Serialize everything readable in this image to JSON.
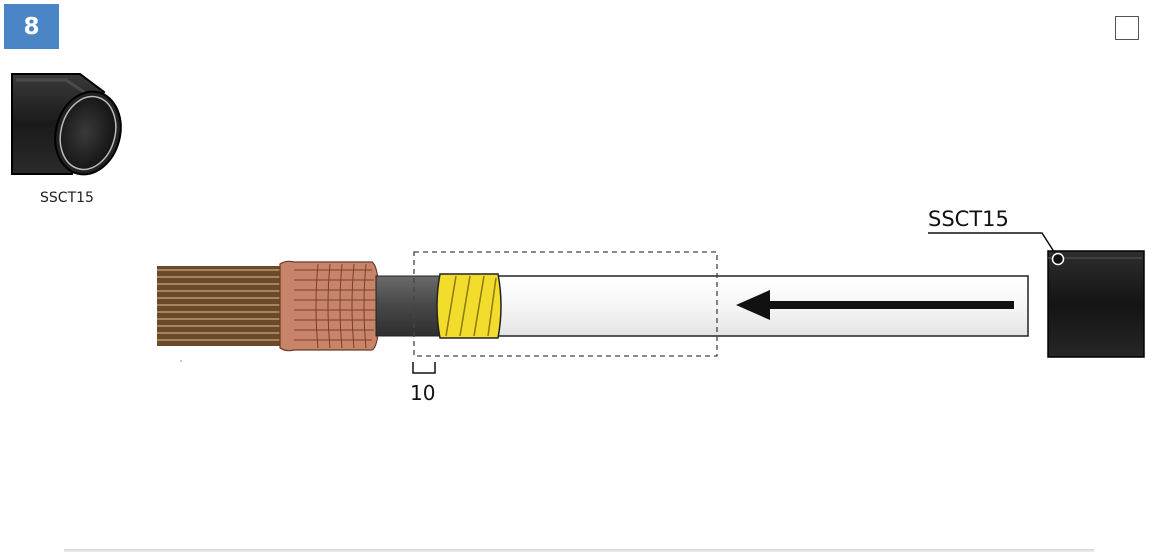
{
  "step": {
    "number": "8"
  },
  "part": {
    "code": "SSCT15",
    "icon": "heat-shrink-tube-icon"
  },
  "diagram": {
    "callout_label": "SSCT15",
    "dimension_value": "10",
    "arrow_direction": "left"
  },
  "colors": {
    "badge": "#4a86c5",
    "tube": "#1c1c1c",
    "copper": "#c8846a",
    "tape": "#f2dc2c",
    "insulation": "#f4f4f4",
    "sheath": "#4a4a4a"
  }
}
